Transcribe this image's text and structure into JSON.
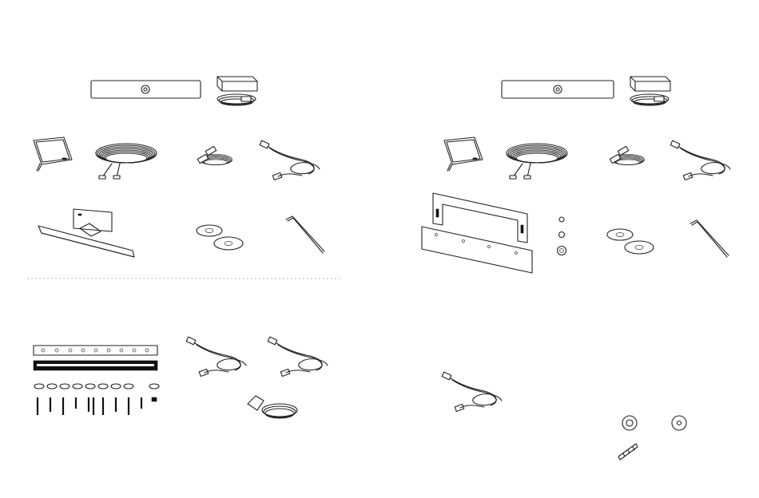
{
  "panels": [
    {
      "id": "left",
      "groups": [
        "top-kit",
        "lower-kit"
      ]
    },
    {
      "id": "right",
      "groups": [
        "top-kit",
        "lower-kit"
      ]
    }
  ],
  "divider": {
    "style": "dotted",
    "color": "#bbbbbb"
  },
  "colors": {
    "line": "#222222",
    "background": "#ffffff"
  }
}
